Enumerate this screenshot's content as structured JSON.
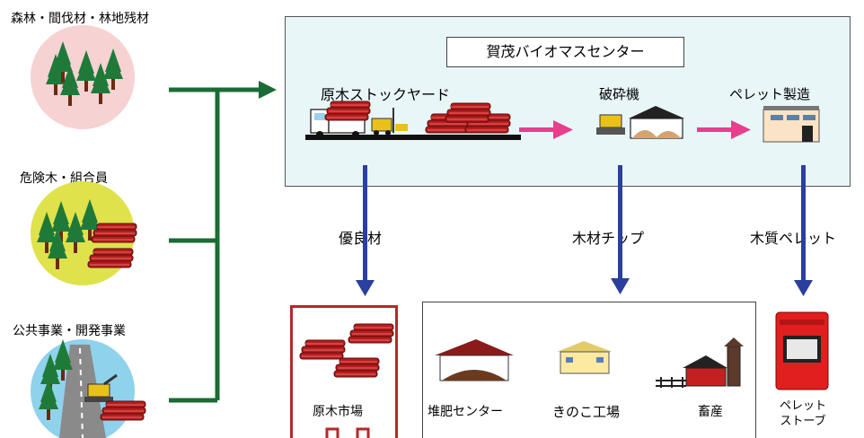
{
  "sources": [
    {
      "label": "森林・間伐材・林地残材"
    },
    {
      "label": "危険木・組合員"
    },
    {
      "label": "公共事業・開発事業"
    }
  ],
  "center": {
    "title": "賀茂バイオマスセンター",
    "stages": [
      {
        "label": "原木ストックヤード"
      },
      {
        "label": "破砕機"
      },
      {
        "label": "ペレット製造"
      }
    ]
  },
  "flows": [
    {
      "label": "優良材"
    },
    {
      "label": "木材チップ"
    },
    {
      "label": "木質ペレット"
    }
  ],
  "destinations": {
    "market": "原木市場",
    "users": [
      {
        "label": "堆肥センター"
      },
      {
        "label": "きのこ工場"
      },
      {
        "label": "畜産"
      }
    ],
    "stove_line1": "ペレット",
    "stove_line2": "ストーブ"
  },
  "colors": {
    "center_bg": "#e9f6f8",
    "input_arrow": "#1b6b34",
    "process_arrow": "#e83e8c",
    "output_arrow": "#2b3f9e",
    "market_border": "#b12a2a",
    "log": "#b81c1c"
  }
}
